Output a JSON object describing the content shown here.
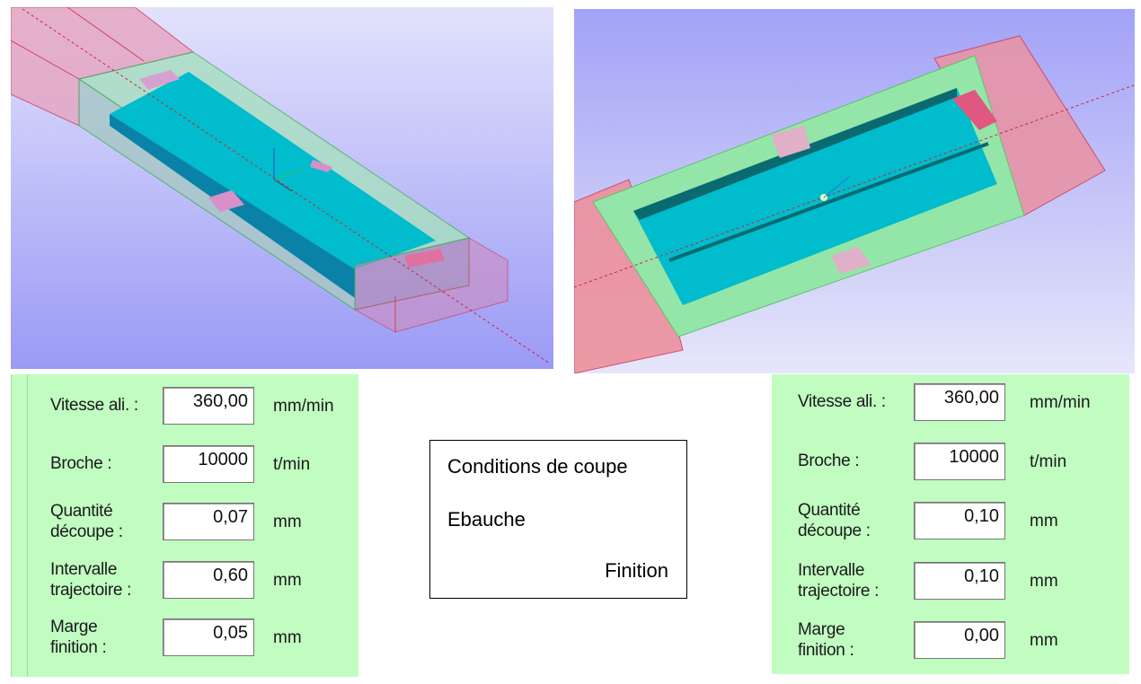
{
  "roughing_panel": {
    "rows": [
      {
        "label": "Vitesse ali. :",
        "value": "360,00",
        "unit": "mm/min"
      },
      {
        "label": "Broche :",
        "value": "10000",
        "unit": "t/min"
      },
      {
        "label": "Quantité\ndécoupe :",
        "value": "0,07",
        "unit": "mm"
      },
      {
        "label": "Intervalle\ntrajectoire :",
        "value": "0,60",
        "unit": "mm"
      },
      {
        "label": "Marge\nfinition :",
        "value": "0,05",
        "unit": "mm"
      }
    ]
  },
  "finishing_panel": {
    "rows": [
      {
        "label": "Vitesse ali. :",
        "value": "360,00",
        "unit": "mm/min"
      },
      {
        "label": "Broche :",
        "value": "10000",
        "unit": "t/min"
      },
      {
        "label": "Quantité\ndécoupe :",
        "value": "0,10",
        "unit": "mm"
      },
      {
        "label": "Intervalle\ntrajectoire :",
        "value": "0,10",
        "unit": "mm"
      },
      {
        "label": "Marge\nfinition :",
        "value": "0,00",
        "unit": "mm"
      }
    ]
  },
  "legend_box": {
    "title": "Conditions de coupe",
    "left": "Ebauche",
    "right": "Finition"
  },
  "colors": {
    "panel_bg": "#c1fcc1",
    "part": "#00b8cc",
    "stock": "#e08aa8",
    "bounding": "#8fd9a8"
  }
}
